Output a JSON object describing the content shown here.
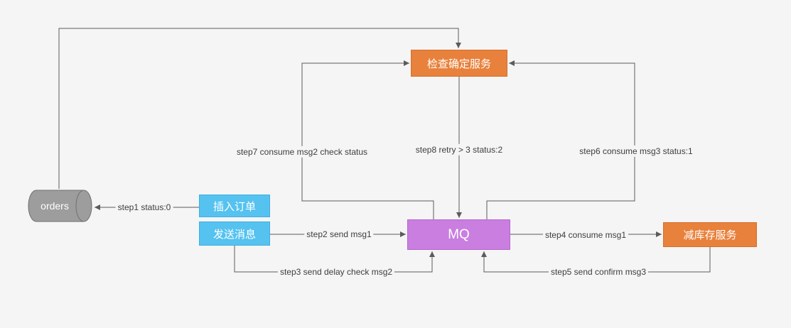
{
  "canvas_background": "#f5f5f5",
  "diagram": {
    "nodes": {
      "orders": {
        "label": "orders",
        "fill": "#9d9d9d",
        "shape": "horizontal-cylinder"
      },
      "insert_order": {
        "label": "插入订单",
        "fill": "#55c2f0",
        "shape": "rect"
      },
      "send_message": {
        "label": "发送消息",
        "fill": "#55c2f0",
        "shape": "rect"
      },
      "mq": {
        "label": "MQ",
        "fill": "#c97ee0",
        "shape": "rect"
      },
      "check_service": {
        "label": "检查确定服务",
        "fill": "#e8813c",
        "shape": "rect"
      },
      "reduce_stock_service": {
        "label": "减库存服务",
        "fill": "#e8813c",
        "shape": "rect"
      }
    },
    "edges": {
      "orders_check": {
        "label": "",
        "from": "orders",
        "to": "check_service"
      },
      "step1": {
        "label": "step1 status:0",
        "from": "insert_order",
        "to": "orders"
      },
      "step2": {
        "label": "step2 send msg1",
        "from": "send_message",
        "to": "mq"
      },
      "step3": {
        "label": "step3 send delay check msg2",
        "from": "send_message",
        "to": "mq"
      },
      "step4": {
        "label": "step4 consume msg1",
        "from": "mq",
        "to": "reduce_stock_service"
      },
      "step5": {
        "label": "step5 send confirm msg3",
        "from": "reduce_stock_service",
        "to": "mq"
      },
      "step6": {
        "label": "step6 consume msg3 status:1",
        "from": "mq",
        "to": "check_service"
      },
      "step7": {
        "label": "step7 consume msg2 check status",
        "from": "mq",
        "to": "check_service"
      },
      "step8": {
        "label": "step8 retry > 3 status:2",
        "from": "check_service",
        "to": "mq"
      }
    },
    "edge_color": "#5b5b5b",
    "label_text_color": "#3d3d3d"
  }
}
